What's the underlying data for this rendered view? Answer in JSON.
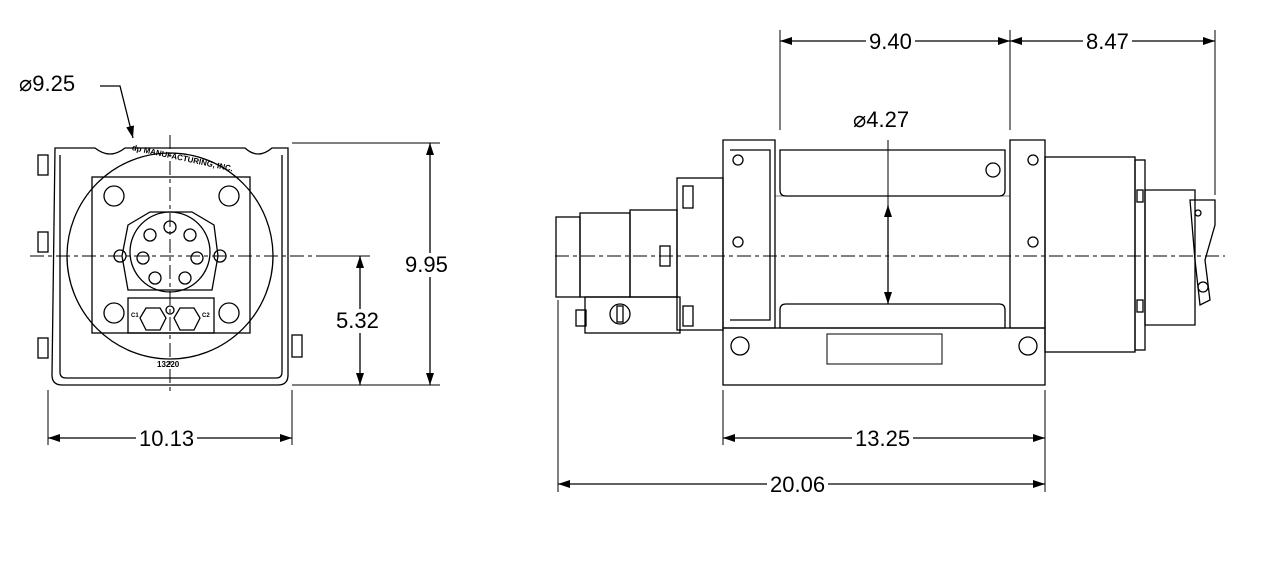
{
  "front_view": {
    "diameter_label": "⌀9.25",
    "height_label": "9.95",
    "center_height_label": "5.32",
    "width_label": "10.13",
    "manufacturer_text": "dp MANUFACTURING, INC.",
    "part_number": "13220",
    "port_labels": [
      "C1",
      "C2"
    ]
  },
  "side_view": {
    "drum_length_label": "9.40",
    "brake_length_label": "8.47",
    "drum_diameter_label": "⌀4.27",
    "base_length_label": "13.25",
    "overall_length_label": "20.06"
  }
}
